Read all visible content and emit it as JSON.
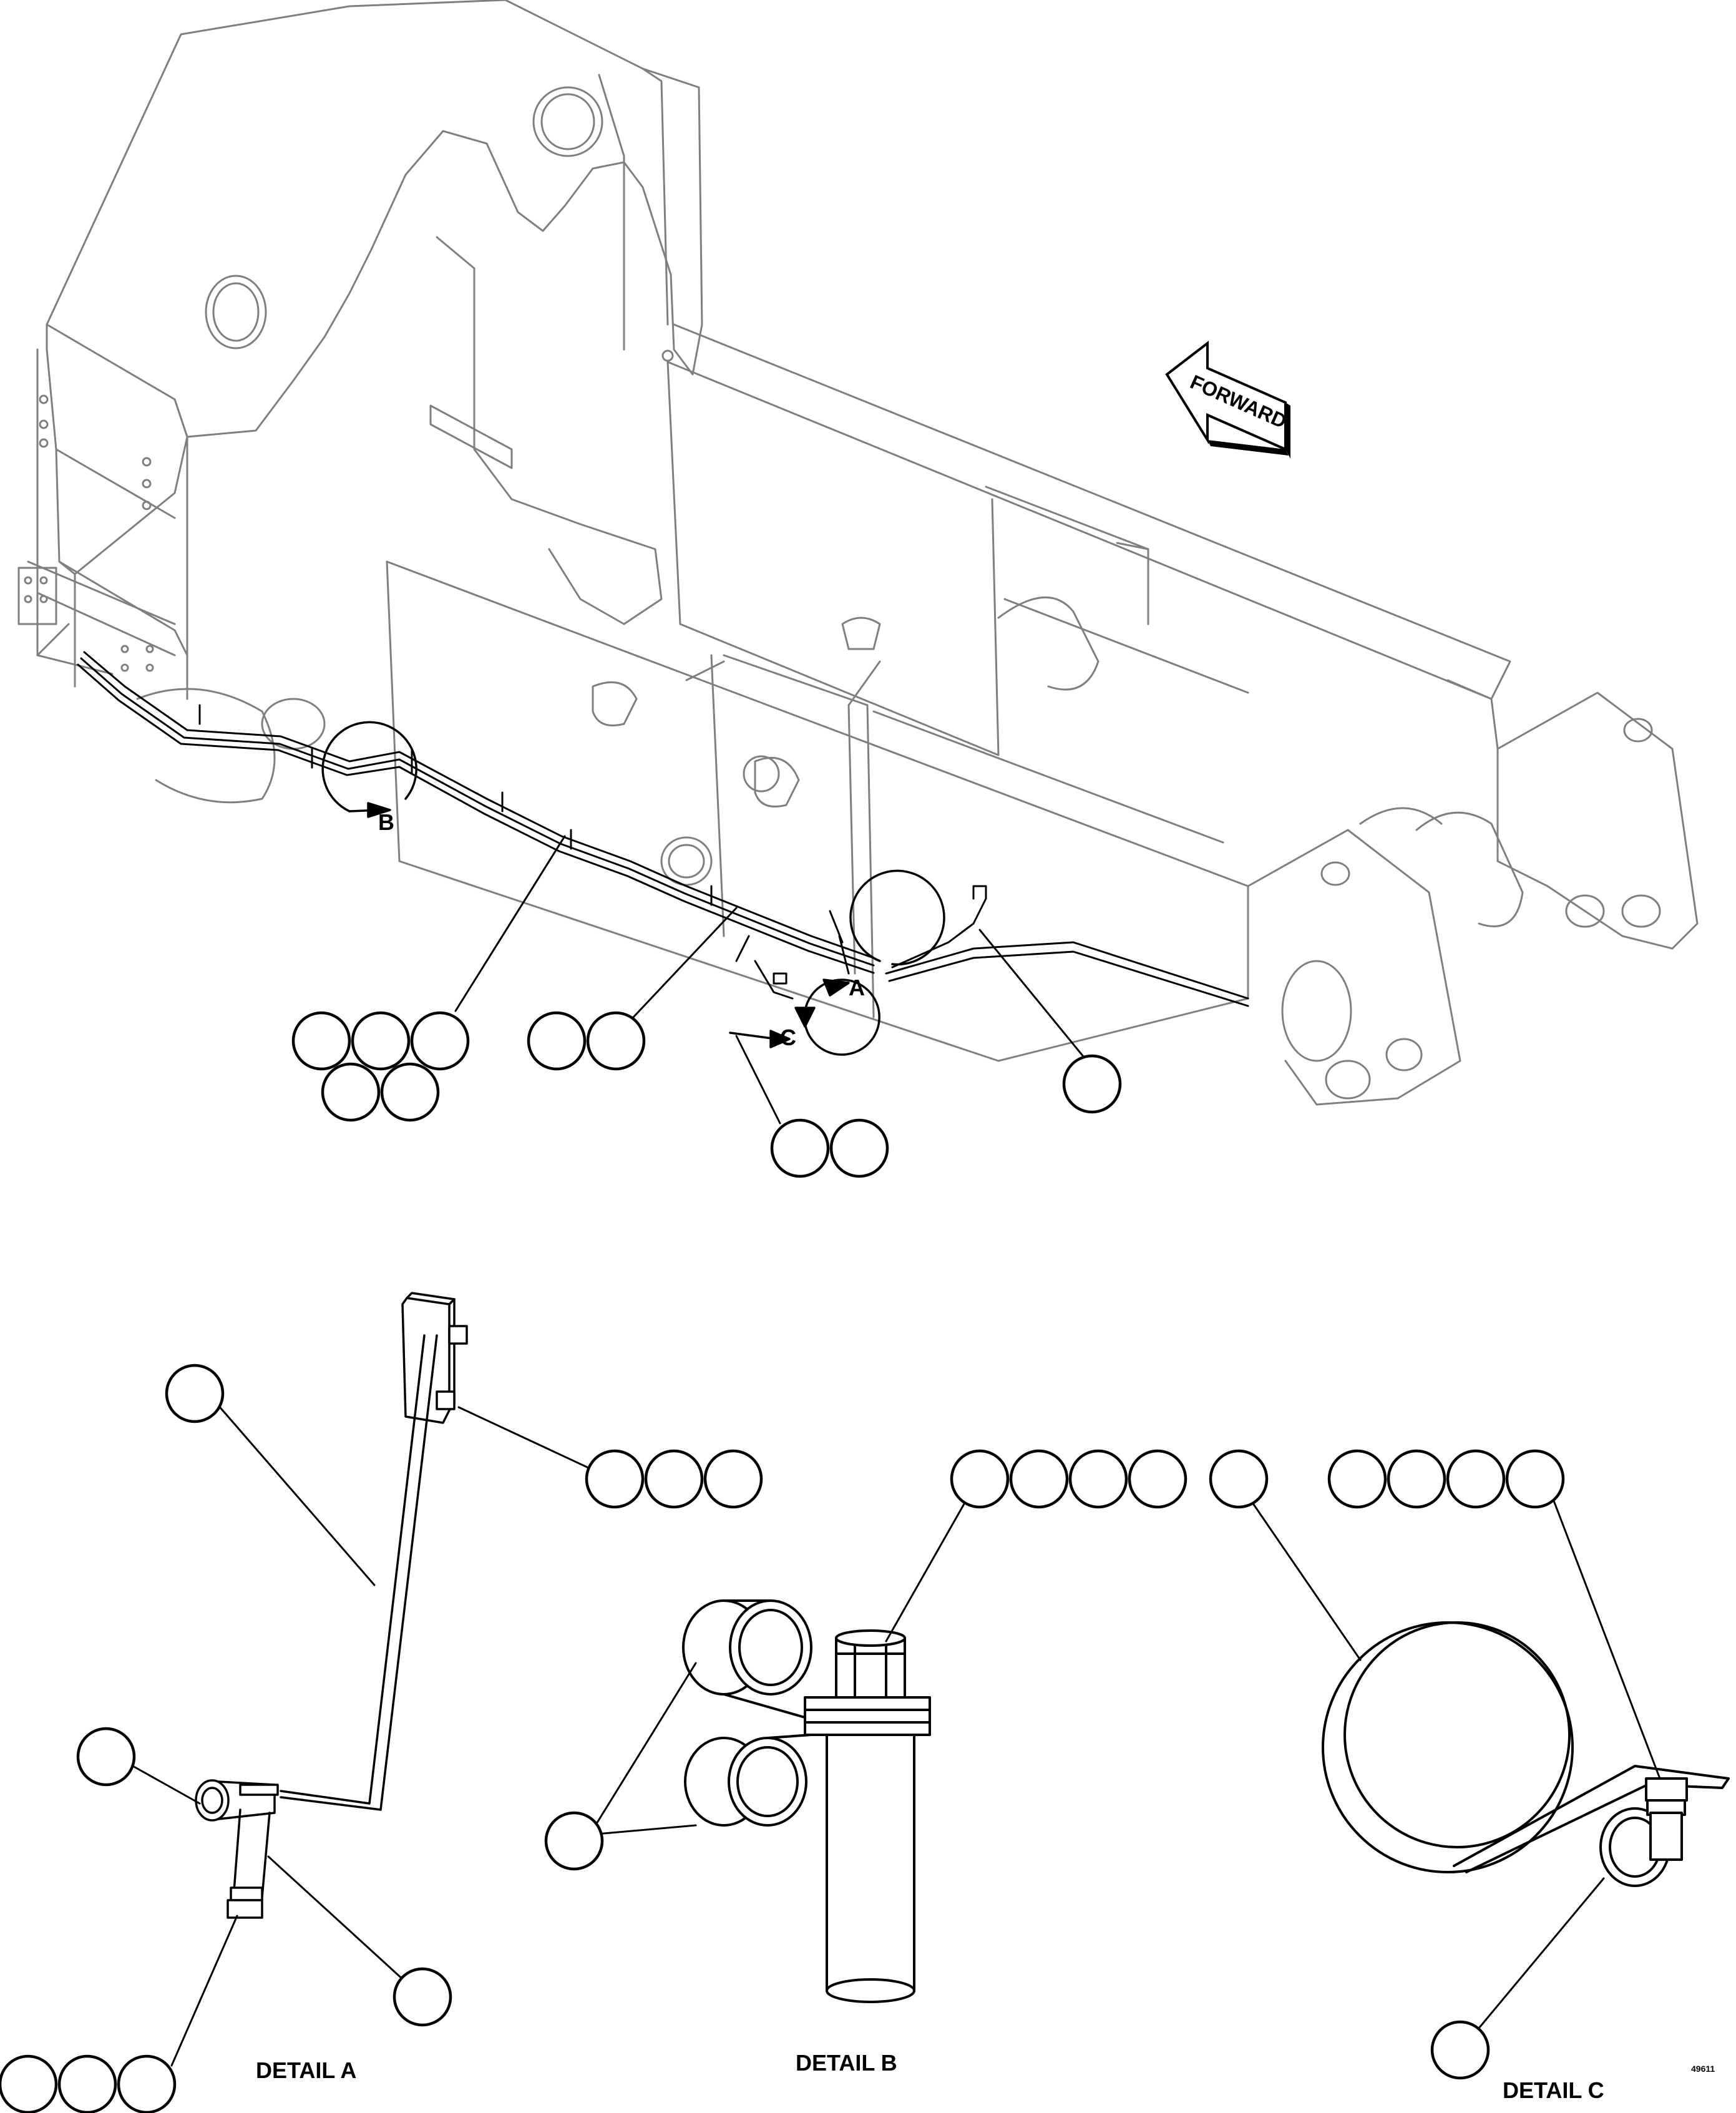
{
  "arrow": {
    "text": "FORWARD"
  },
  "callouts": {
    "a": "A",
    "b": "B",
    "c": "C"
  },
  "details": {
    "a": "DETAIL A",
    "b": "DETAIL B",
    "c": "DETAIL C"
  },
  "figure_code": "49611",
  "colors": {
    "ink": "#000000",
    "ghost": "#7f7f7f",
    "background": "#ffffff"
  }
}
